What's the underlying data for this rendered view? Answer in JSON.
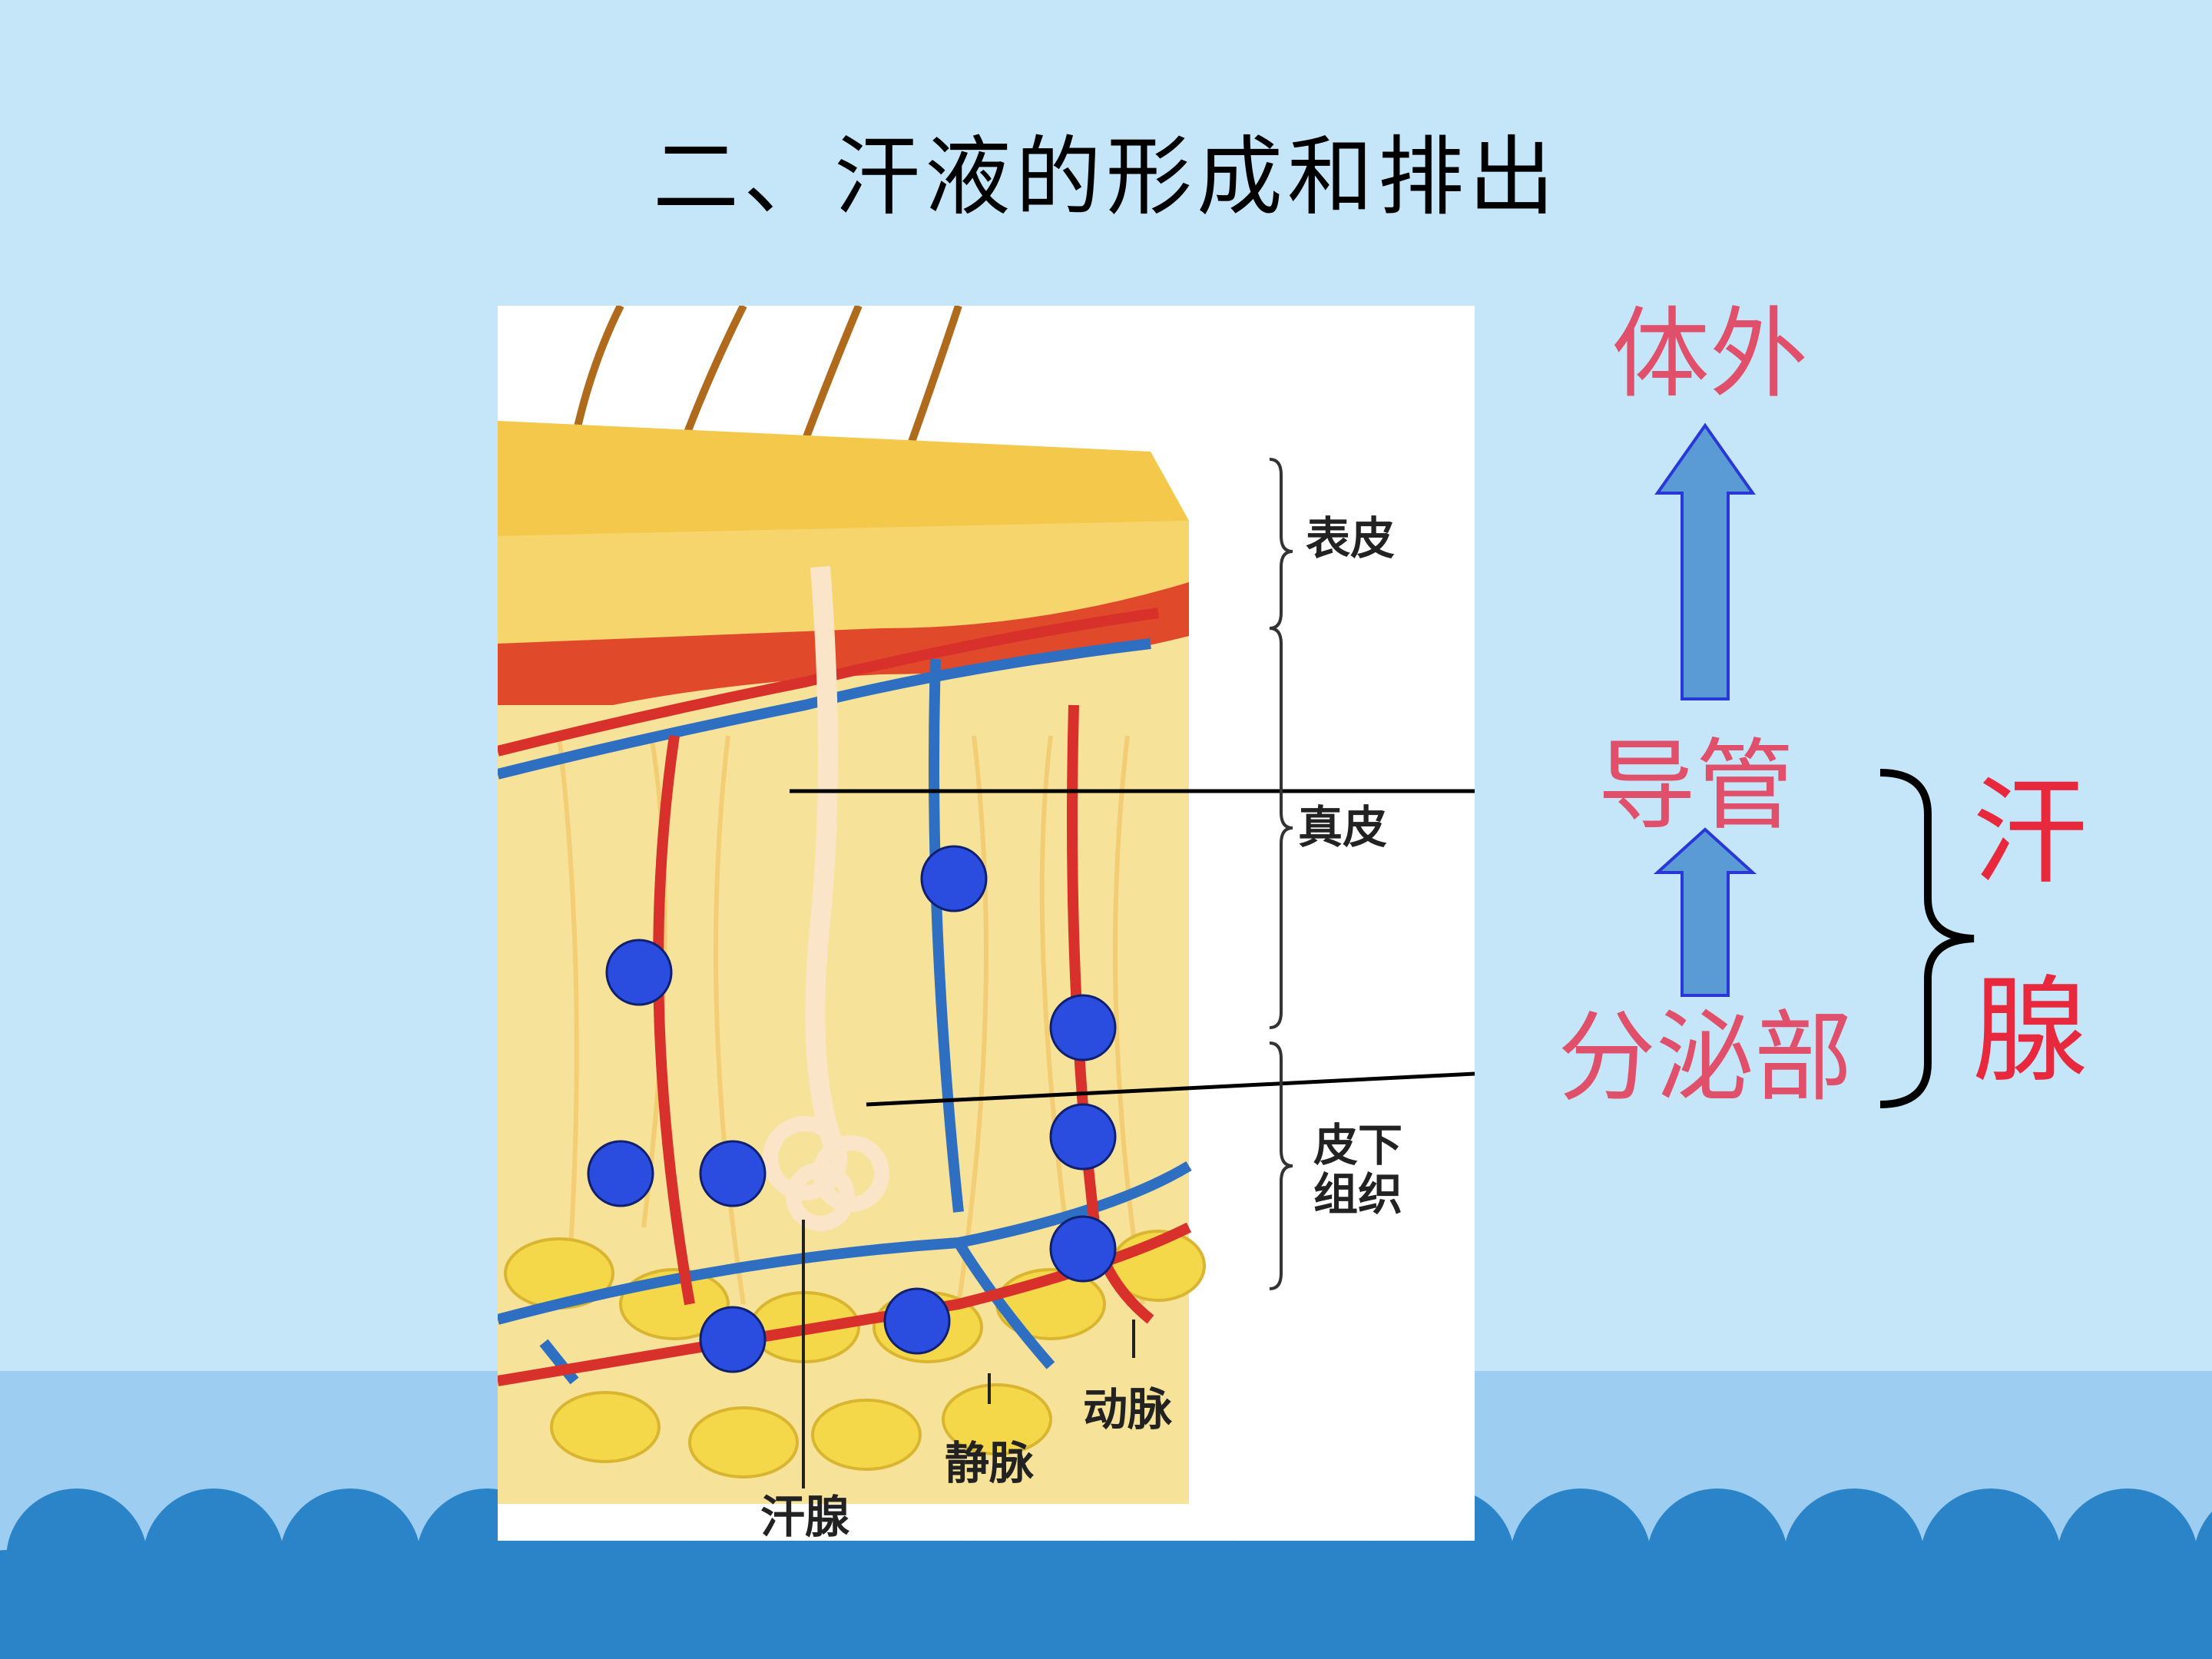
{
  "slide": {
    "title": "二、汗液的形成和排出"
  },
  "figure": {
    "labels": {
      "epidermis": "表皮",
      "dermis": "真皮",
      "subcutaneous": "皮下\n组织",
      "artery": "动脉",
      "vein": "静脉",
      "sweat_gland": "汗腺"
    }
  },
  "flow": {
    "outside": "体外",
    "duct": "导管",
    "secretory": "分泌部",
    "gland_char1": "汗",
    "gland_char2": "腺"
  },
  "colors": {
    "background": "#c5e6f8",
    "wave_light": "#9dcdf0",
    "wave_dark": "#2b84c7",
    "arrow_fill": "#5b9bd5",
    "arrow_stroke": "#2838d8",
    "label_pink": "#e0506a",
    "label_red": "#e8283c",
    "dot": "#2a4de0"
  }
}
